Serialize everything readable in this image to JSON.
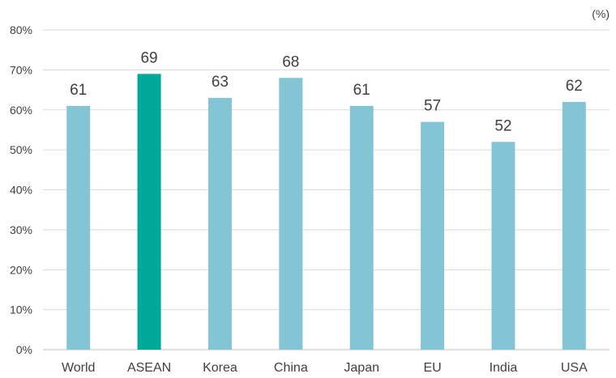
{
  "chart_data": {
    "type": "bar",
    "unit": "(%)",
    "categories": [
      "World",
      "ASEAN",
      "Korea",
      "China",
      "Japan",
      "EU",
      "India",
      "USA"
    ],
    "values": [
      61,
      69,
      63,
      68,
      61,
      57,
      52,
      62
    ],
    "data_labels": [
      "61",
      "69",
      "63",
      "68",
      "61",
      "57",
      "52",
      "62"
    ],
    "highlight_index": 1,
    "ylim": [
      0,
      80
    ],
    "yticks": [
      0,
      10,
      20,
      30,
      40,
      50,
      60,
      70,
      80
    ],
    "ytick_labels": [
      "0%",
      "10%",
      "20%",
      "30%",
      "40%",
      "50%",
      "60%",
      "70%",
      "80%"
    ],
    "grid": true,
    "colors": {
      "default_bar": "#84c5d5",
      "highlight_bar": "#00a89a"
    }
  }
}
